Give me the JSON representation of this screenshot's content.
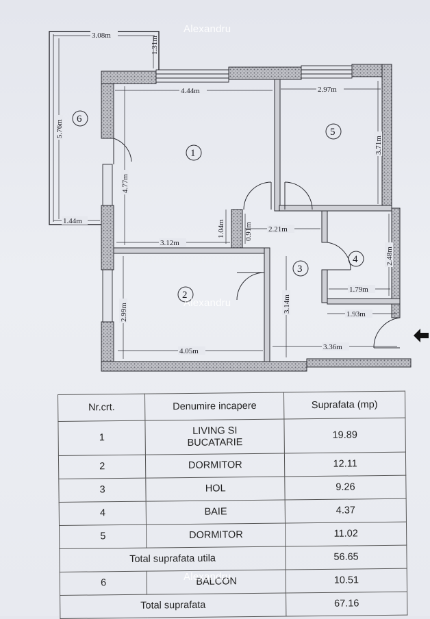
{
  "watermark": "Alexandru",
  "plan": {
    "rooms": [
      {
        "num": "1"
      },
      {
        "num": "2"
      },
      {
        "num": "3"
      },
      {
        "num": "4"
      },
      {
        "num": "5"
      },
      {
        "num": "6"
      }
    ],
    "dims": {
      "balcony_top": "3.08m",
      "balcony_small": "1.31m",
      "balcony_side": "5.76m",
      "balcony_bottom": "1.44m",
      "living_width": "4.44m",
      "room5_width": "2.97m",
      "living_height": "4.77m",
      "room5_height": "3.71m",
      "living_bottom": "3.12m",
      "step_a": "1.04m",
      "step_b": "0.91m",
      "hall_width": "2.21m",
      "bath_height": "2.48m",
      "bath_width": "1.79m",
      "hall_bottom": "1.93m",
      "room2_height": "2.99m",
      "hall_height": "3.14m",
      "room2_width": "4.05m",
      "hall_length": "3.36m"
    }
  },
  "table": {
    "headers": [
      "Nr.crt.",
      "Denumire incapere",
      "Suprafata (mp)"
    ],
    "rows": [
      {
        "nr": "1",
        "name_line1": "LIVING SI",
        "name_line2": "BUCATARIE",
        "area": "19.89"
      },
      {
        "nr": "2",
        "name": "DORMITOR",
        "area": "12.11"
      },
      {
        "nr": "3",
        "name": "HOL",
        "area": "9.26"
      },
      {
        "nr": "4",
        "name": "BAIE",
        "area": "4.37"
      },
      {
        "nr": "5",
        "name": "DORMITOR",
        "area": "11.02"
      }
    ],
    "total_util_label": "Total suprafata utila",
    "total_util": "56.65",
    "balcony": {
      "nr": "6",
      "name": "BALCON",
      "area": "10.51"
    },
    "total_label": "Total suprafata",
    "total": "67.16"
  }
}
